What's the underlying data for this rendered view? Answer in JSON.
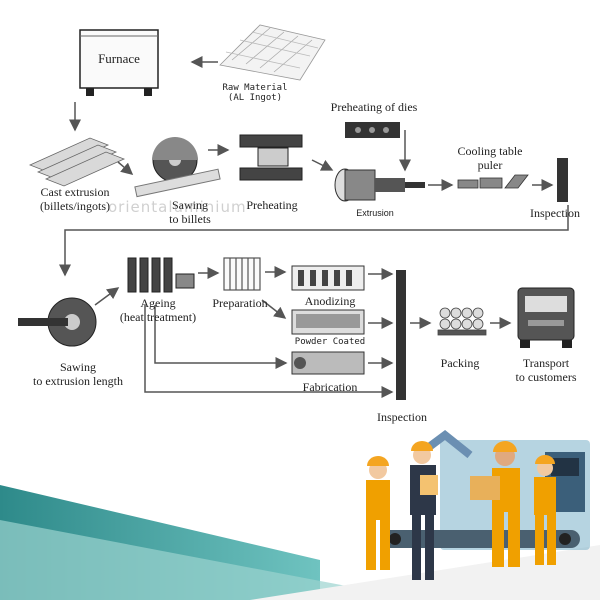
{
  "labels": {
    "furnace": "Furnace",
    "raw_material_1": "Raw Material",
    "raw_material_2": "(AL Ingot)",
    "preheating_dies": "Preheating of dies",
    "cast_extrusion_1": "Cast extrusion",
    "cast_extrusion_2": "(billets/ingots)",
    "sawing_billets_1": "Sawing",
    "sawing_billets_2": "to billets",
    "preheating": "Preheating",
    "extrusion": "Extrusion",
    "cooling_table_1": "Cooling table",
    "cooling_table_2": "puler",
    "inspection_top": "Inspection",
    "ageing_1": "Ageing",
    "ageing_2": "(heat treatment)",
    "preparation": "Preparation",
    "anodizing": "Anodizing",
    "powder_coated": "Powder Coated",
    "fabrication": "Fabrication",
    "packing": "Packing",
    "transport_1": "Transport",
    "transport_2": "to customers",
    "sawing_length_1": "Sawing",
    "sawing_length_2": "to extrusion length",
    "inspection_bottom": "Inspection"
  },
  "watermark": "orientaluminium",
  "colors": {
    "line": "#333333",
    "arrow_gray": "#555555",
    "teal_dark": "#2e8a8a",
    "teal_light": "#6fc3c0",
    "worker_hat": "#f4a521",
    "worker_vest": "#f0a000"
  },
  "icons": [
    "furnace-icon",
    "ingot-stack-icon",
    "die-icon",
    "billets-icon",
    "saw-icon",
    "preheating-oven-icon",
    "extrusion-press-icon",
    "puller-icon",
    "inspection-bar-icon",
    "ageing-oven-icon",
    "rack-icon",
    "anodizing-tank-icon",
    "powder-tank-icon",
    "fabrication-tank-icon",
    "packing-icon",
    "truck-icon",
    "workers-illustration"
  ]
}
